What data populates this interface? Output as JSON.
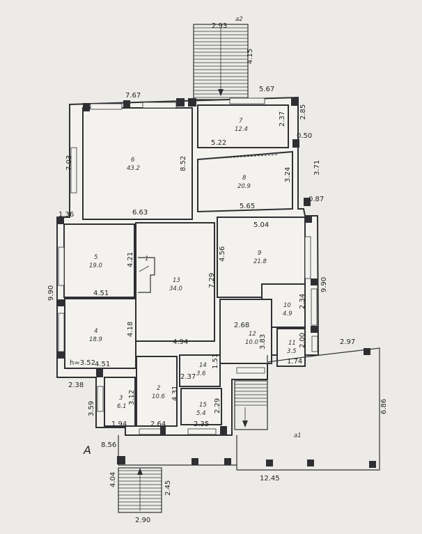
{
  "plan_marker": "A",
  "rooms": [
    {
      "no": "1",
      "area": ""
    },
    {
      "no": "2",
      "area": "10.6"
    },
    {
      "no": "3",
      "area": "6.1"
    },
    {
      "no": "4",
      "area": "18.9"
    },
    {
      "no": "5",
      "area": "19.0"
    },
    {
      "no": "6",
      "area": "43.2"
    },
    {
      "no": "7",
      "area": "12.4"
    },
    {
      "no": "8",
      "area": "20.9"
    },
    {
      "no": "9",
      "area": "21.8"
    },
    {
      "no": "10",
      "area": "4.9"
    },
    {
      "no": "11",
      "area": "3.5"
    },
    {
      "no": "12",
      "area": "10.0"
    },
    {
      "no": "13",
      "area": "34.0"
    },
    {
      "no": "14",
      "area": "3.6"
    },
    {
      "no": "15",
      "area": "5.4"
    }
  ],
  "zones": {
    "a1": "а1",
    "a2": "а2"
  },
  "height_note": "h=3.52",
  "dims": {
    "d_2_93": "2.93",
    "d_4_15": "4.15",
    "d_7_67": "7.67",
    "d_5_67": "5.67",
    "d_2_37a": "2.37",
    "d_2_85": "2.85",
    "d_0_50": "0.50",
    "d_5_22": "5.22",
    "d_7_03": "7.03",
    "d_8_52": "8.52",
    "d_3_71": "3.71",
    "d_3_24": "3.24",
    "d_6_63": "6.63",
    "d_5_65": "5.65",
    "d_0_87": "0.87",
    "d_1_36": "1.36",
    "d_5_04": "5.04",
    "d_4_21": "4.21",
    "d_4_56": "4.56",
    "d_7_29": "7.29",
    "d_9_90l": "9.90",
    "d_9_90r": "9.90",
    "d_4_51a": "4.51",
    "d_2_34": "2.34",
    "d_2_68": "2.68",
    "d_4_18": "4.18",
    "d_3_83": "3.83",
    "d_2_00": "2.00",
    "d_2_97": "2.97",
    "d_4_94": "4.94",
    "d_1_74": "1.74",
    "d_4_51b": "4.51",
    "d_1_51": "1.51",
    "d_2_38": "2.38",
    "d_2_37b": "2.37",
    "d_4_31": "4.31",
    "d_6_86": "6.86",
    "d_3_59": "3.59",
    "d_3_12": "3.12",
    "d_2_29": "2.29",
    "d_1_94": "1.94",
    "d_2_64": "2.64",
    "d_2_35": "2.35",
    "d_8_56": "8.56",
    "d_4_04": "4.04",
    "d_2_45": "2.45",
    "d_12_45": "12.45",
    "d_2_90": "2.90"
  }
}
